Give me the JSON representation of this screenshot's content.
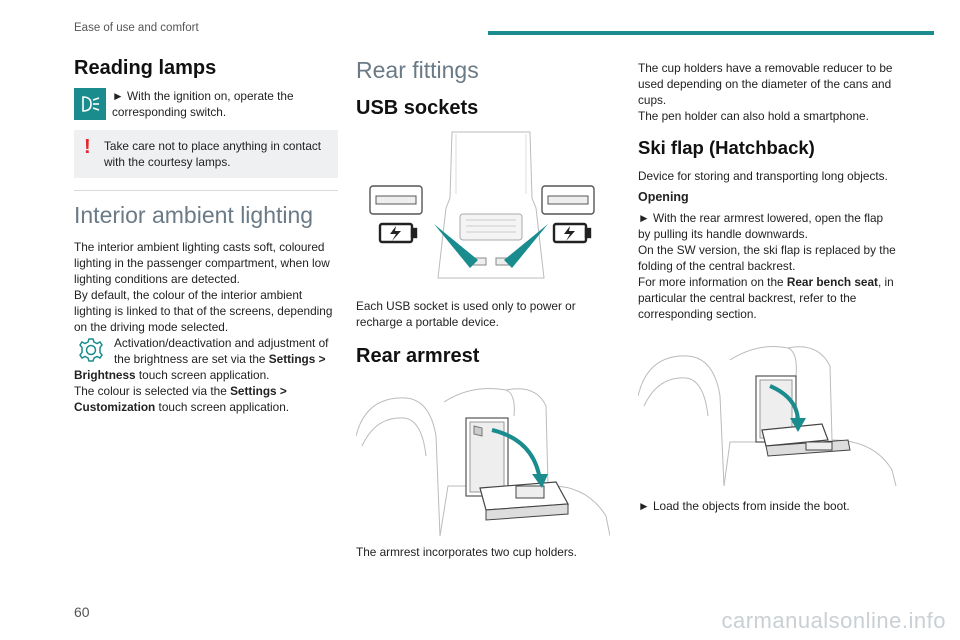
{
  "header": {
    "section": "Ease of use and comfort"
  },
  "page_number": "60",
  "watermark": "carmanualsonline.info",
  "reading_lamps": {
    "title": "Reading lamps",
    "instruction": "► With the ignition on, operate the corresponding switch.",
    "warning": "Take care not to place anything in contact with the courtesy lamps."
  },
  "ambient": {
    "title": "Interior ambient lighting",
    "para1": "The interior ambient lighting casts soft, coloured lighting in the passenger compartment, when low lighting conditions are detected.",
    "para2": "By default, the colour of the interior ambient lighting is linked to that of the screens, depending on the driving mode selected.",
    "para3_a": "Activation/deactivation and adjustment of the brightness are set via the ",
    "para3_b": "Settings > Brightness",
    "para3_c": " touch screen application.",
    "para4_a": "The colour is selected via the ",
    "para4_b": "Settings > Customization",
    "para4_c": " touch screen application."
  },
  "rear_fittings": {
    "title": "Rear fittings",
    "usb_title": "USB sockets",
    "usb_text": "Each USB socket is used only to power or recharge a portable device.",
    "armrest_title": "Rear armrest",
    "armrest_text": "The armrest incorporates two cup holders."
  },
  "col3": {
    "para1": "The cup holders have a removable reducer to be used depending on the diameter of the cans and cups.",
    "para2": "The pen holder can also hold a smartphone.",
    "ski_title": "Ski flap (Hatchback)",
    "ski_intro": "Device for storing and transporting long objects.",
    "opening_title": "Opening",
    "opening1": "► With the rear armrest lowered, open the flap by pulling its handle downwards.",
    "opening2": "On the SW version, the ski flap is replaced by the folding of the central backrest.",
    "opening3_a": "For more information on the ",
    "opening3_b": "Rear bench seat",
    "opening3_c": ", in particular the central backrest, refer to the corresponding section.",
    "load": "► Load the objects from inside the boot."
  },
  "colors": {
    "accent": "#1a8c8e",
    "warning": "#e3262b",
    "heading_grey": "#6a7a86"
  }
}
